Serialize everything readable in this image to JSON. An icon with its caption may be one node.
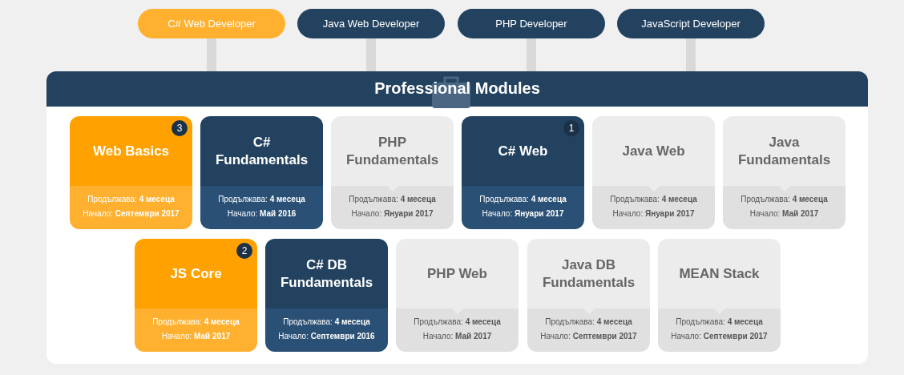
{
  "diagram": {
    "nodes": [
      {
        "text": [
          "C# Web Developer"
        ]
      },
      {
        "text": [
          "Java Web Developer"
        ]
      },
      {
        "text": [
          "PHP Developer"
        ]
      },
      {
        "text": [
          "JavaScript Developer"
        ]
      },
      {
        "text": [
          "Professional Modules"
        ]
      },
      {
        "text": [
          "Web Basics",
          "Продължава: **4 месеца**",
          "Начало: **Септември 2017**"
        ],
        "in": 4
      },
      {
        "text": [
          "3"
        ],
        "in": 5
      },
      {
        "text": [
          "C# Fundamentals",
          "Продължава: **4 месеца**",
          "Начало: **Май 2016**"
        ],
        "in": 4
      },
      {
        "text": [
          "PHP Fundamentals",
          "Продължава: **4 месеца**",
          "Начало: **Януари 2017**"
        ],
        "in": 4
      },
      {
        "text": [
          "C# Web",
          "Продължава: **4 месеца**",
          "Начало: **Януари 2017**"
        ],
        "in": 4
      },
      {
        "text": [
          "1"
        ],
        "in": 9
      },
      {
        "text": [
          "Java Web",
          "Продължава: **4 месеца**",
          "Начало: **Януари 2017**"
        ],
        "in": 4
      },
      {
        "text": [
          "Java Fundamentals",
          "Продължава: **4 месеца**",
          "Начало: **Май 2017**"
        ],
        "in": 4
      },
      {
        "text": [
          "JS Core",
          "Продължава: **4 месеца**",
          "Начало: **Май 2017**"
        ],
        "in": 4
      },
      {
        "text": [
          "2"
        ],
        "in": 13
      },
      {
        "text": [
          "C# DB Fundamentals",
          "Продължава: **4 месеца**",
          "Начало: **Септември 2016**"
        ],
        "in": 4
      },
      {
        "text": [
          "PHP Web",
          "Продължава: **4 месеца**",
          "Начало: **Май 2017**"
        ],
        "in": 4
      },
      {
        "text": [
          "Java DB Fundamentals",
          "Продължава: **4 месеца**",
          "Начало: **Септември 2017**"
        ],
        "in": 4
      },
      {
        "text": [
          "MEAN Stack",
          "Продължава: **4 месеца**",
          "Начало: **Септември 2017**"
        ],
        "in": 4
      }
    ],
    "edges": [
      {
        "from": 0,
        "to": 4,
        "arrow": "none"
      },
      {
        "from": 1,
        "to": 4,
        "arrow": "none"
      },
      {
        "from": 2,
        "to": 4,
        "arrow": "none"
      },
      {
        "from": 3,
        "to": 4,
        "arrow": "none"
      }
    ]
  }
}
